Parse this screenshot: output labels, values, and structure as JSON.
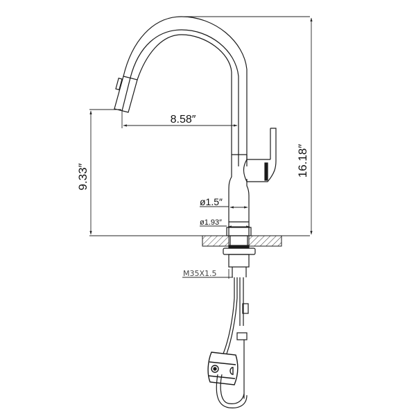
{
  "drawing": {
    "title": "Pull-down kitchen faucet dimension drawing",
    "colors": {
      "line": "#1a1a1a",
      "dim_line": "#222222",
      "thread_label": "#555555",
      "background": "#ffffff"
    },
    "dimensions": {
      "spout_reach": "8.58″",
      "spout_height": "9.33″",
      "overall_height": "16.18″",
      "body_diameter": "ø1.5″",
      "base_diameter": "ø1.93″",
      "mount_thread": "M35X1.5"
    },
    "parts": {
      "spout": "gooseneck-spout",
      "spray_head": "pull-down-spray-head",
      "handle": "single-lever-handle",
      "body": "faucet-body",
      "countertop": "countertop-section",
      "shank": "threaded-mount-shank",
      "supply_lines": "supply-hoses",
      "weight": "hose-counterweight"
    }
  }
}
